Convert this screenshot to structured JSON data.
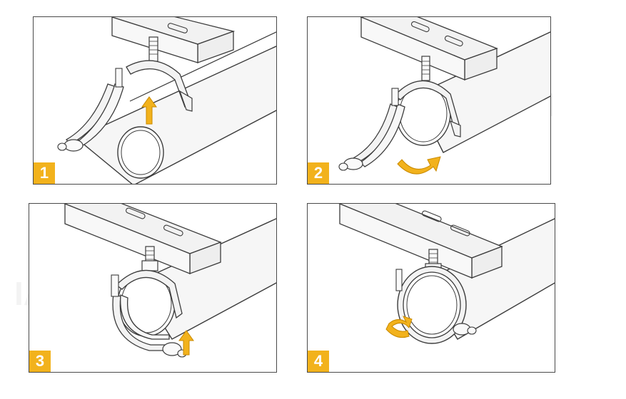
{
  "steps": [
    {
      "number": "1"
    },
    {
      "number": "2"
    },
    {
      "number": "3"
    },
    {
      "number": "4"
    }
  ],
  "colors": {
    "accent": "#f2b21c",
    "line": "#3c3c3c",
    "fill": "#f4f4f4"
  },
  "icons": [
    "up-arrow-icon",
    "rotate-arrow-icon",
    "up-arrow-icon",
    "rotate-arrow-icon"
  ]
}
